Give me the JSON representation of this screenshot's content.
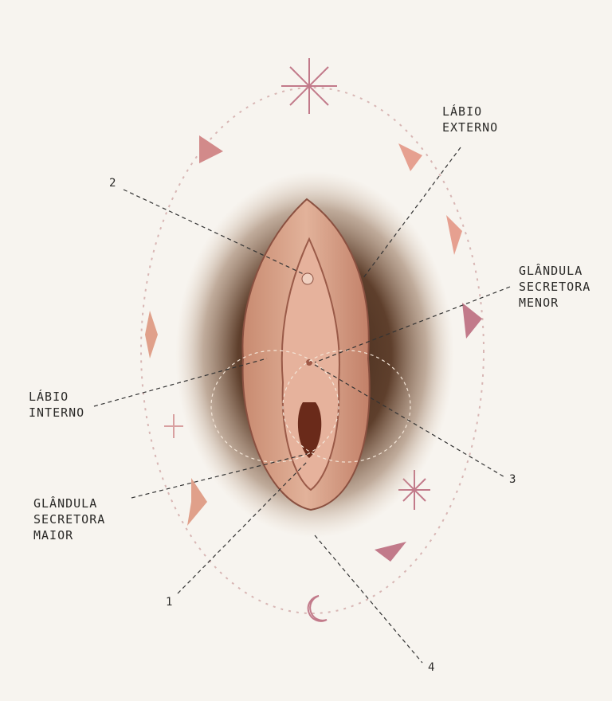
{
  "labels": {
    "labio_externo": [
      "LÁBIO",
      "EXTERNO"
    ],
    "glandula_menor": [
      "GLÂNDULA",
      "SECRETORA",
      "MENOR"
    ],
    "labio_interno": [
      "LÁBIO",
      "INTERNO"
    ],
    "glandula_maior": [
      "GLÂNDULA",
      "SECRETORA",
      "MAIOR"
    ]
  },
  "numbers": {
    "n1": "1",
    "n2": "2",
    "n3": "3",
    "n4": "4"
  },
  "colors": {
    "paper": "#f7f4ef",
    "skin": "#d9a48c",
    "shadow": "#5a3a28",
    "ornament": "#c8808a",
    "ink": "#2b2a28"
  }
}
